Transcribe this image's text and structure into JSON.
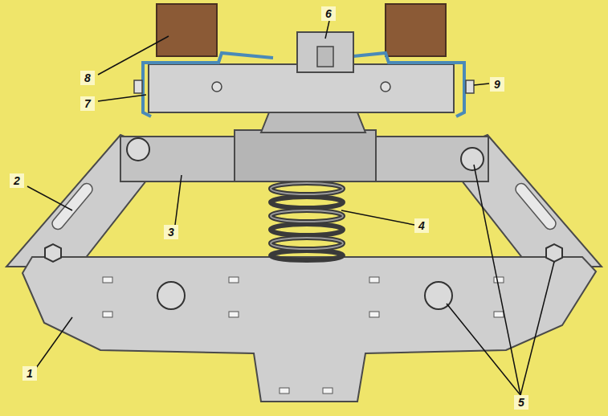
{
  "diagram": {
    "labels": [
      "6",
      "8",
      "9",
      "7",
      "2",
      "3",
      "4",
      "1",
      "5"
    ]
  }
}
